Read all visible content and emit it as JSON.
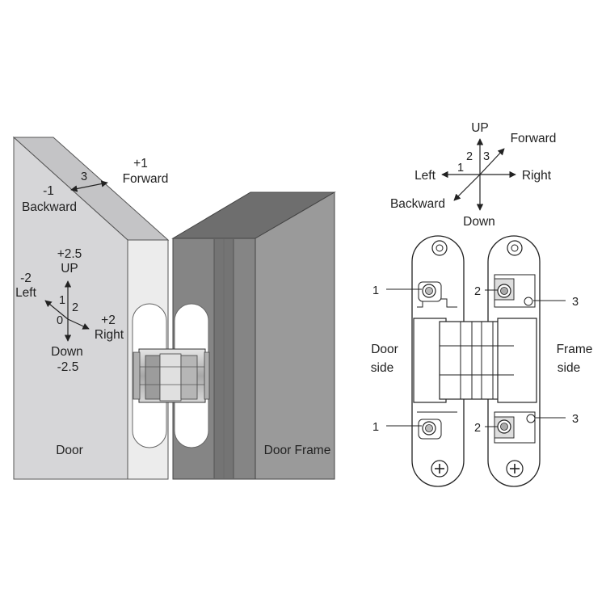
{
  "left_figure": {
    "depth_adjust": {
      "num": "3",
      "plus": "+1",
      "forward": "Forward",
      "minus": "-1",
      "backward": "Backward"
    },
    "vertical_adjust": {
      "plus": "+2.5",
      "up": "UP",
      "down": "Down",
      "minus": "-2.5"
    },
    "lateral_adjust": {
      "minus": "-2",
      "left": "Left",
      "plus": "+2",
      "right": "Right"
    },
    "axis_numbers": {
      "one": "1",
      "two": "2",
      "zero": "0"
    },
    "door_label": "Door",
    "frame_label": "Door Frame"
  },
  "compass": {
    "up": "UP",
    "down": "Down",
    "left": "Left",
    "right": "Right",
    "forward": "Forward",
    "backward": "Backward",
    "n1": "1",
    "n2": "2",
    "n3": "3"
  },
  "hinge_detail": {
    "door_side": [
      "Door",
      "side"
    ],
    "frame_side": [
      "Frame",
      "side"
    ],
    "callouts": {
      "screw1": "1",
      "screw2": "2",
      "screw3": "3"
    }
  },
  "colors": {
    "door": "#d6d6d8",
    "door_top": "#c4c4c6",
    "door_edge": "#ececec",
    "frame": "#8a8a8a",
    "frame_top": "#6e6e6e",
    "frame_front": "#9a9a9a",
    "hinge_metal": "#c8c8c8",
    "line": "#222222"
  }
}
